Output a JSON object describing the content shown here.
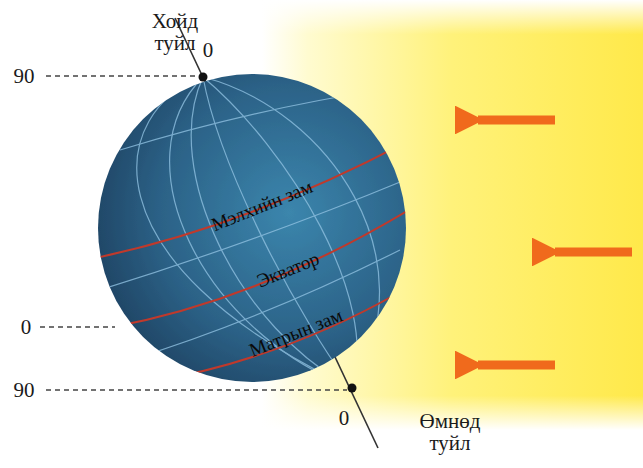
{
  "diagram": {
    "labels": [
      "Хойд туйл",
      "90",
      "0",
      "Мэлхийн зам",
      "Экватор",
      "0",
      "Матрын зам",
      "90",
      "0",
      "Өмнөд туйл"
    ]
  }
}
